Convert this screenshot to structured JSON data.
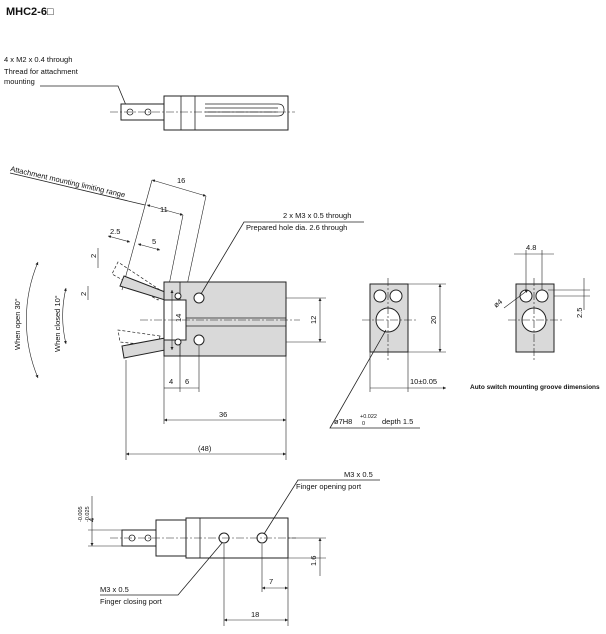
{
  "title": "MHC2-6□",
  "top_view": {
    "note_line1": "4 x M2 x 0.4 through",
    "note_line2": "Thread for attachment",
    "note_line3": "mounting"
  },
  "side_view": {
    "range_label": "Attachment mounting limiting range",
    "dim_16": "16",
    "dim_11": "11",
    "dim_2_5": "2.5",
    "dim_5": "5",
    "dim_2a": "2",
    "dim_2b": "2",
    "open_label": "When open 30°",
    "closed_label": "When closed 10°",
    "m3_line1": "2 x M3 x 0.5 through",
    "m3_line2": "Prepared hole dia. 2.6 through",
    "dim_14": "14",
    "dim_12": "12",
    "dim_4": "4",
    "dim_6": "6",
    "dim_36": "36",
    "dim_48": "(48)"
  },
  "end_view": {
    "dim_20": "20",
    "dim_10": "10±0.05",
    "bore_label_main": "ø7H8",
    "bore_tol_upper": "+0.022",
    "bore_tol_lower": "0",
    "bore_label_depth": "depth 1.5"
  },
  "groove_view": {
    "dim_4_8": "4.8",
    "dim_phi4": "ø4",
    "dim_2_5": "2.5",
    "caption": "Auto switch mounting groove dimensions"
  },
  "bottom_view": {
    "tol_label": "4",
    "tol_upper": "-0.005",
    "tol_lower": "-0.025",
    "open_line1": "M3 x 0.5",
    "open_line2": "Finger opening port",
    "close_line1": "M3 x 0.5",
    "close_line2": "Finger closing port",
    "dim_1_6": "1.6",
    "dim_7": "7",
    "dim_18": "18"
  }
}
